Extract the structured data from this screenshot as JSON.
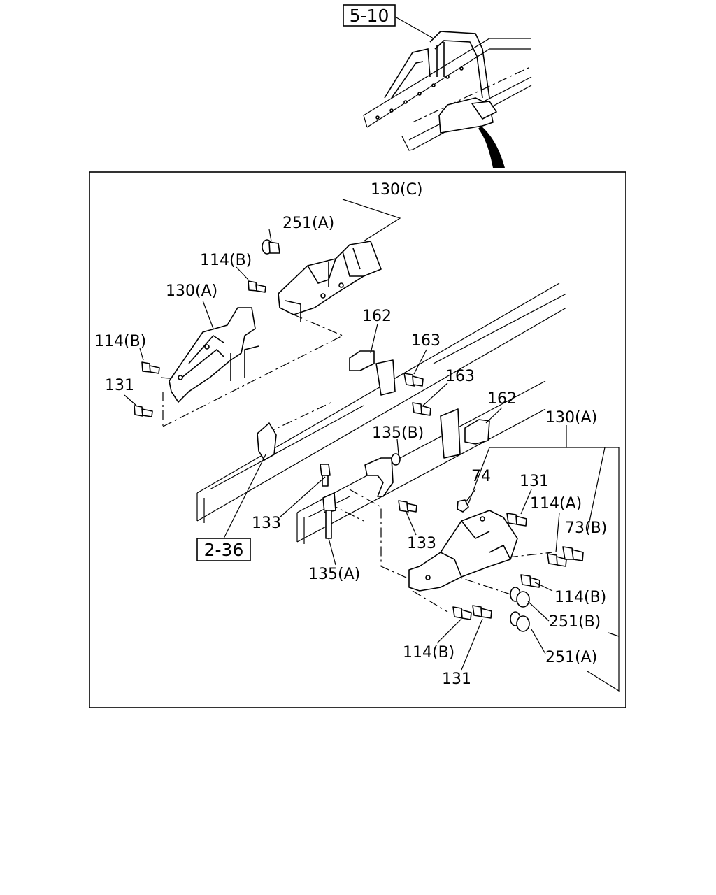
{
  "ref_boxes": {
    "top": "5-10",
    "bottom": "2-36"
  },
  "callouts": {
    "c130c": "130(C)",
    "c251a_top": "251(A)",
    "c114b_top": "114(B)",
    "c130a_left": "130(A)",
    "c114b_left": "114(B)",
    "c131_left": "131",
    "c162_top": "162",
    "c163_top": "163",
    "c163_mid": "163",
    "c162_right": "162",
    "c135b": "135(B)",
    "c130a_right": "130(A)",
    "c74": "74",
    "c131_right": "131",
    "c114a": "114(A)",
    "c73b": "73(B)",
    "c133_left": "133",
    "c133_right": "133",
    "c135a": "135(A)",
    "c114b_right": "114(B)",
    "c251b": "251(B)",
    "c251a_bottom": "251(A)",
    "c114b_bottom": "114(B)",
    "c131_bottom": "131"
  }
}
